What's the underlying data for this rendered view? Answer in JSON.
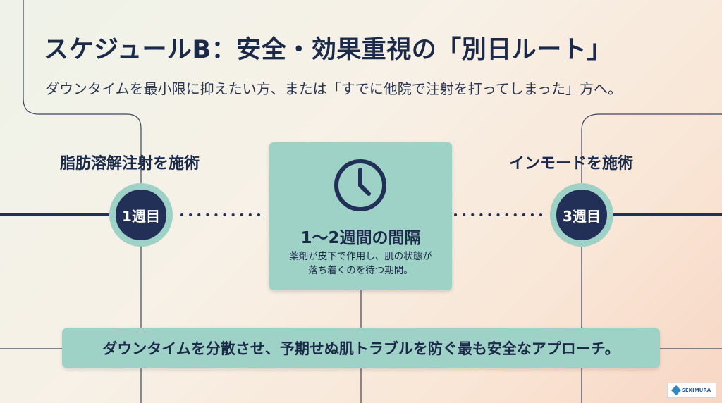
{
  "title": "スケジュールB：安全・効果重視の「別日ルート」",
  "subtitle": "ダウンタイムを最小限に抑えたい方、または「すでに他院で注射を打ってしまった」方へ。",
  "steps": [
    {
      "label": "脂肪溶解注射を施術",
      "node": "1週目"
    },
    {
      "label": "インモードを施術",
      "node": "3週目"
    }
  ],
  "interval": {
    "icon": "clock-icon",
    "title": "1〜2週間の間隔",
    "desc_line1": "薬剤が皮下で作用し、肌の状態が",
    "desc_line2": "落ち着くのを待つ期間。"
  },
  "banner": "ダウンタイムを分散させ、予期せぬ肌トラブルを防ぐ最も安全なアプローチ。",
  "logo": {
    "text": "SEKIMURA"
  },
  "colors": {
    "navy": "#223058",
    "teal": "#9ed2c6",
    "text": "#1c2a4a"
  }
}
